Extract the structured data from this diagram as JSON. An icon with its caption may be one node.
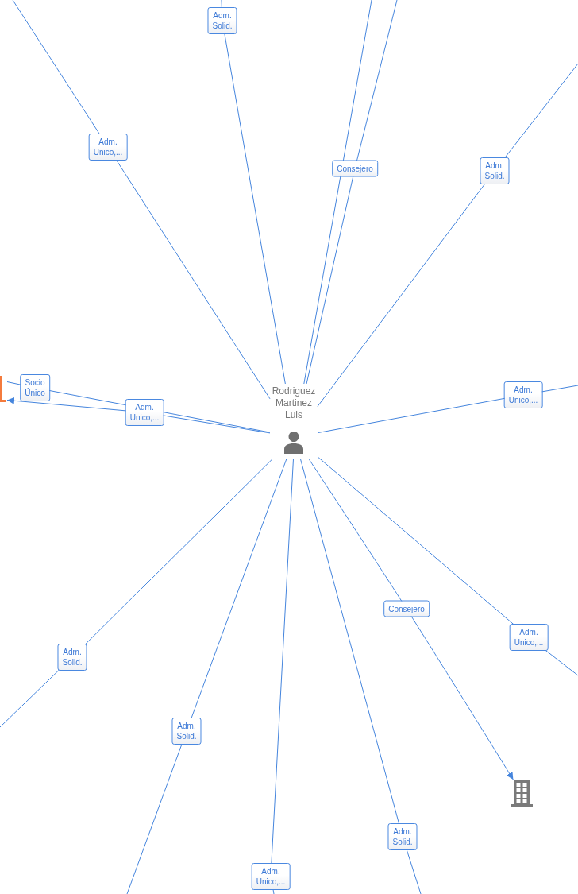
{
  "diagram": {
    "nodes": [
      {
        "text": [
          "Rodriguez Martinez Luis"
        ]
      },
      {
        "text": [],
        "shape": "building"
      },
      {
        "text": [],
        "shape": "building"
      }
    ],
    "edges": [
      {
        "from": 0,
        "to": null,
        "arrow": "none",
        "label": "Adm. Unico,..."
      },
      {
        "from": 0,
        "to": null,
        "arrow": "none",
        "label": "Adm. Solid."
      },
      {
        "from": 0,
        "to": null,
        "arrow": "none"
      },
      {
        "from": 0,
        "to": null,
        "arrow": "none",
        "label": "Consejero"
      },
      {
        "from": 0,
        "to": null,
        "arrow": "none",
        "label": "Adm. Solid."
      },
      {
        "from": 0,
        "to": null,
        "arrow": "none",
        "label": "Adm. Unico,..."
      },
      {
        "from": 0,
        "to": 2,
        "arrow": "none",
        "label": "Socio Único"
      },
      {
        "from": 0,
        "to": 2,
        "arrow": "to",
        "label": "Adm. Unico,..."
      },
      {
        "from": 0,
        "to": null,
        "arrow": "none",
        "label": "Adm. Solid."
      },
      {
        "from": 0,
        "to": null,
        "arrow": "none",
        "label": "Adm. Solid."
      },
      {
        "from": 0,
        "to": null,
        "arrow": "none",
        "label": "Adm. Unico,..."
      },
      {
        "from": 0,
        "to": null,
        "arrow": "none",
        "label": "Adm. Solid."
      },
      {
        "from": 0,
        "to": 1,
        "arrow": "to",
        "label": "Consejero"
      },
      {
        "from": 0,
        "to": null,
        "arrow": "none",
        "label": "Adm. Unico,..."
      }
    ]
  }
}
